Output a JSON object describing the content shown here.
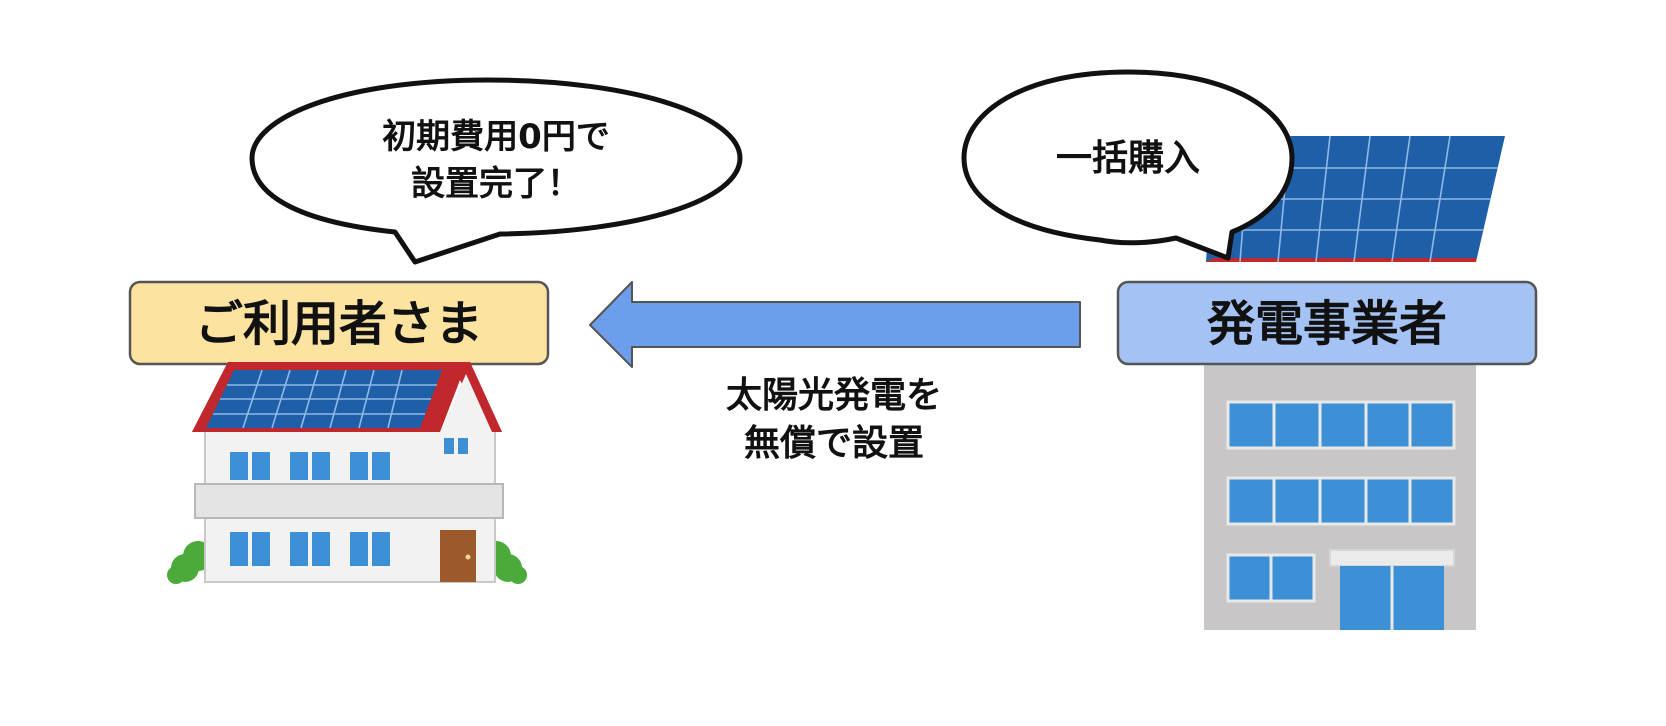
{
  "colors": {
    "user_box_fill": "#fde3a0",
    "provider_box_fill": "#a4c2f4",
    "arrow_fill": "#6d9eeb",
    "box_border": "#555555",
    "panel_blue": "#1e5fa8",
    "roof_red": "#c0282e",
    "window_blue": "#3d8fd6",
    "building_gray": "#c8c6c6",
    "door_brown": "#9c5a2a",
    "bush_green": "#4caa3a"
  },
  "user": {
    "label": "ご利用者さま",
    "speech_line1": "初期費用0円で",
    "speech_line2": "設置完了！"
  },
  "provider": {
    "label": "発電事業者",
    "speech": "一括購入"
  },
  "arrow": {
    "caption_line1": "太陽光発電を",
    "caption_line2": "無償で設置"
  },
  "icons": {
    "house": "house-with-solar-panel-icon",
    "building": "office-building-icon",
    "panel": "solar-panel-icon",
    "arrow": "left-arrow-icon"
  }
}
